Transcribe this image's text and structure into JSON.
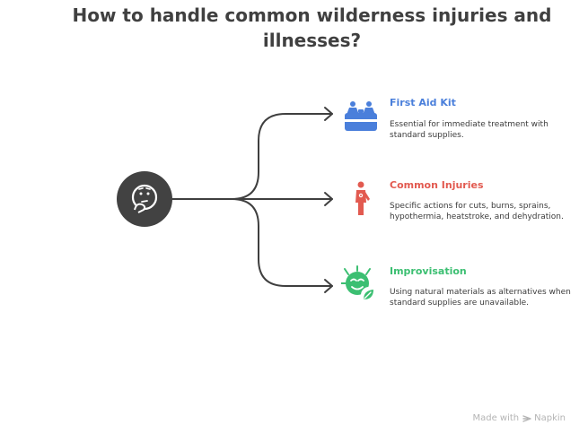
{
  "title": "How to handle common wilderness injuries and illnesses?",
  "center": {
    "icon": "thinking-face-icon"
  },
  "branches": [
    {
      "title": "First Aid Kit",
      "description": "Essential for immediate treatment with standard supplies.",
      "icon": "first-aid-kit-icon",
      "color": "#4a7fdb"
    },
    {
      "title": "Common Injuries",
      "description": "Specific actions for cuts, burns, sprains, hypothermia, heatstroke, and dehydration.",
      "icon": "injured-person-icon",
      "color": "#e25a50"
    },
    {
      "title": "Improvisation",
      "description": "Using natural materials as alternatives when standard supplies are unavailable.",
      "icon": "nature-leaf-icon",
      "color": "#3cbf72"
    }
  ],
  "colors": {
    "connector": "#3f3f3f",
    "center_fill": "#424242"
  },
  "watermark": {
    "prefix": "Made with",
    "brand": "Napkin"
  }
}
